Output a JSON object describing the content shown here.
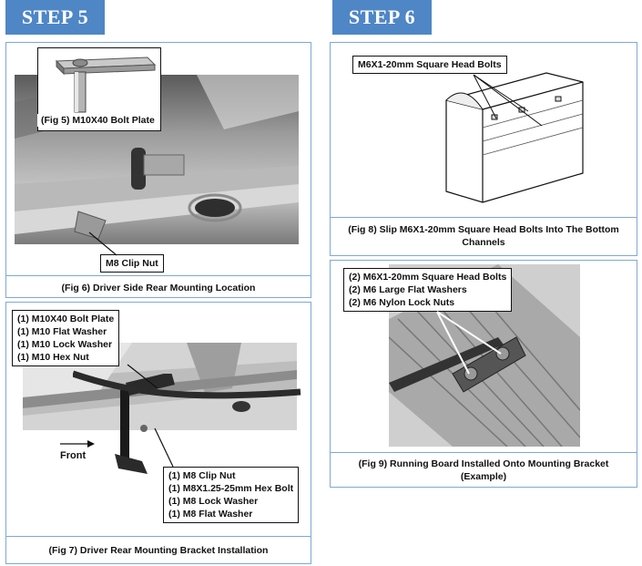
{
  "step5": {
    "title": "STEP 5",
    "fig5_label": "(Fig 5) M10X40 Bolt Plate",
    "m8_clip_label": "M8 Clip Nut",
    "fig6_caption": "(Fig 6) Driver Side Rear Mounting Location",
    "fig7_callout_top": [
      "(1) M10X40 Bolt Plate",
      "(1) M10 Flat Washer",
      "(1) M10 Lock Washer",
      "(1) M10 Hex Nut"
    ],
    "front_label": "Front",
    "fig7_callout_bottom": [
      "(1) M8 Clip Nut",
      "(1) M8X1.25-25mm Hex Bolt",
      "(1) M8 Lock Washer",
      "(1) M8 Flat Washer"
    ],
    "fig7_caption": "(Fig 7) Driver Rear Mounting Bracket Installation"
  },
  "step6": {
    "title": "STEP 6",
    "fig8_callout": "M6X1-20mm Square Head Bolts",
    "fig8_caption": [
      "(Fig 8) Slip M6X1-20mm Square Head Bolts Into The Bottom",
      "Channels"
    ],
    "fig9_callout": [
      "(2) M6X1-20mm Square Head Bolts",
      "(2) M6 Large Flat Washers",
      "(2) M6 Nylon Lock Nuts"
    ],
    "fig9_caption": [
      "(Fig 9) Running Board Installed Onto Mounting Bracket",
      "(Example)"
    ]
  },
  "colors": {
    "step_tab": "#4f86c6",
    "panel_border": "#7fa8d6"
  },
  "icons": [
    "arrow-right-icon"
  ]
}
